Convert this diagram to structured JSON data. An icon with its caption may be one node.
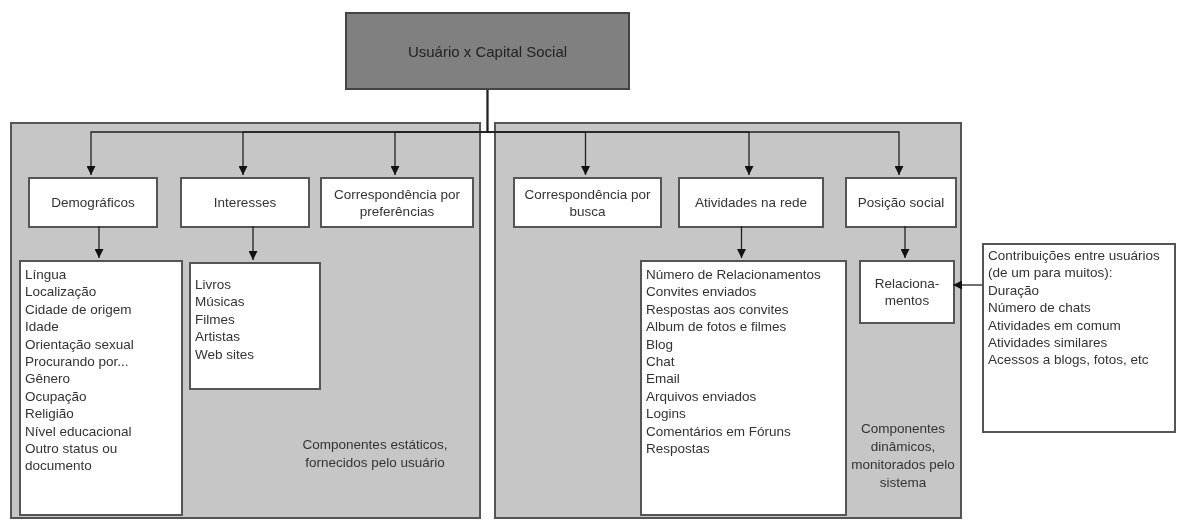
{
  "diagram": {
    "nodes": [
      {
        "text": [
          "Usuário x Capital Social"
        ]
      },
      {
        "text": [
          "Componentes estáticos, fornecidos pelo usuário"
        ]
      },
      {
        "text": [
          "Demográficos"
        ],
        "in": 1
      },
      {
        "text": [
          "Interesses"
        ],
        "in": 1
      },
      {
        "text": [
          "Correspondência por preferências"
        ],
        "in": 1
      },
      {
        "text": [
          "Língua",
          "Localização",
          "Cidade de origem",
          "Idade",
          "Orientação sexual",
          "Procurando por...",
          "Gênero",
          "Ocupação",
          "Religião",
          "Nível educacional",
          "Outro status ou documento"
        ],
        "in": 1
      },
      {
        "text": [
          "Livros",
          "Músicas",
          "Filmes",
          "Artistas",
          "Web sites"
        ],
        "in": 1
      },
      {
        "text": [
          "Componentes dinâmicos, monitorados pelo sistema"
        ]
      },
      {
        "text": [
          "Correspondência por busca"
        ],
        "in": 7
      },
      {
        "text": [
          "Atividades na rede"
        ],
        "in": 7
      },
      {
        "text": [
          "Posição social"
        ],
        "in": 7
      },
      {
        "text": [
          "Número de Relacionamentos",
          "Convites enviados",
          "Respostas aos convites",
          "Album de fotos e filmes",
          "Blog",
          "Chat",
          "Email",
          "Arquivos enviados",
          "Logins",
          "Comentários em Fóruns",
          "Respostas"
        ],
        "in": 7
      },
      {
        "text": [
          "Relaciona-mentos"
        ],
        "in": 7
      },
      {
        "text": [
          "Contribuições entre usuários (de um para muitos):",
          "Duração",
          "Número de chats",
          "Atividades em comum",
          "Atividades similares",
          "Acessos a blogs, fotos, etc"
        ]
      }
    ],
    "edges": [
      {
        "from": 0,
        "to": 2,
        "arrow": "to"
      },
      {
        "from": 0,
        "to": 3,
        "arrow": "to"
      },
      {
        "from": 0,
        "to": 4,
        "arrow": "to"
      },
      {
        "from": 0,
        "to": 8,
        "arrow": "to"
      },
      {
        "from": 0,
        "to": 9,
        "arrow": "to"
      },
      {
        "from": 0,
        "to": 10,
        "arrow": "to"
      },
      {
        "from": 2,
        "to": 5,
        "arrow": "to"
      },
      {
        "from": 3,
        "to": 6,
        "arrow": "to"
      },
      {
        "from": 9,
        "to": 11,
        "arrow": "to"
      },
      {
        "from": 10,
        "to": 12,
        "arrow": "to"
      },
      {
        "from": 13,
        "to": 12,
        "arrow": "to"
      }
    ]
  }
}
